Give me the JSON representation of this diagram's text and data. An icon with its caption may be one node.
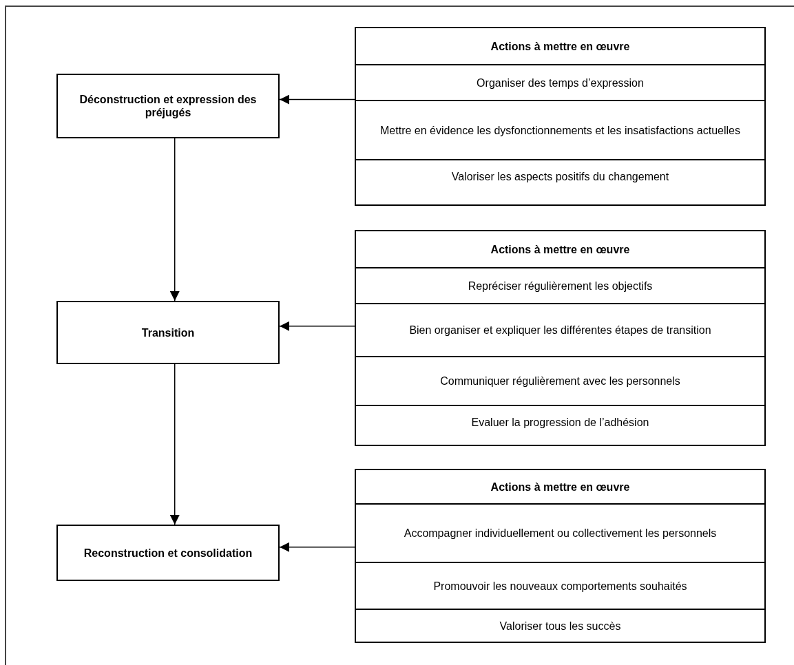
{
  "diagram": {
    "nodes": [
      {
        "text": [
          "Actions à mettre en œuvre",
          "Organiser des temps d’expression",
          "Mettre en évidence les dysfonctionnements et les insatisfactions actuelles",
          "Valoriser les aspects positifs du changement"
        ]
      },
      {
        "text": [
          "Déconstruction et expression des préjugés"
        ]
      },
      {
        "text": [
          "Actions à mettre en œuvre",
          "Repréciser régulièrement les objectifs",
          "Bien organiser et expliquer les différentes étapes de transition",
          "Communiquer régulièrement avec les personnels",
          "Evaluer la progression de l’adhésion"
        ]
      },
      {
        "text": [
          "Transition"
        ]
      },
      {
        "text": [
          "Actions à mettre en œuvre",
          "Accompagner individuellement ou collectivement les personnels",
          "Promouvoir les nouveaux comportements souhaités",
          "Valoriser tous les succès"
        ]
      },
      {
        "text": [
          "Reconstruction et consolidation"
        ]
      }
    ],
    "edges": [
      {
        "from": 0,
        "to": 1,
        "arrow": "to"
      },
      {
        "from": 1,
        "to": 3,
        "arrow": "to"
      },
      {
        "from": 2,
        "to": 3,
        "arrow": "to"
      },
      {
        "from": 3,
        "to": 5,
        "arrow": "to"
      },
      {
        "from": 4,
        "to": 5,
        "arrow": "to"
      }
    ]
  }
}
